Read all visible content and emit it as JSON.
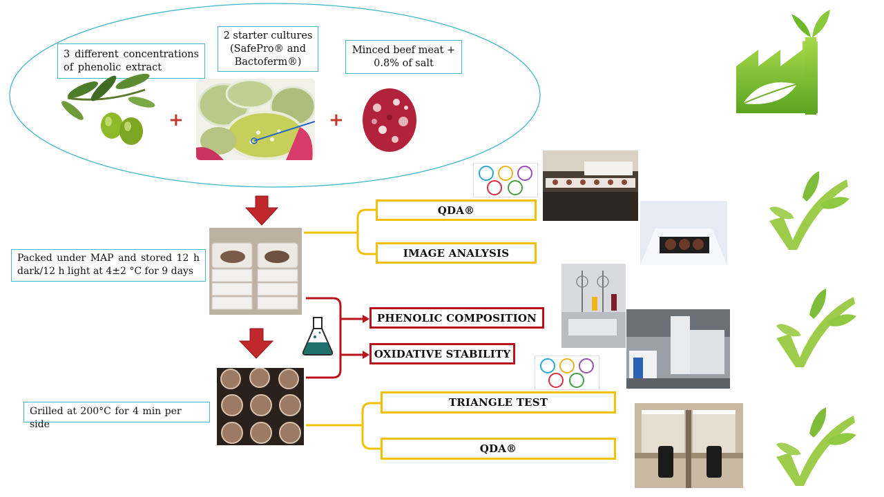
{
  "ingredients": {
    "phenolic_label": "3 different concentrations of phenolic extract",
    "starter_label": "2 starter cultures (SafePro® and Bactoferm®)",
    "meat_label": "Minced beef meat + 0.8% of salt",
    "plus_1": "+",
    "plus_2": "+"
  },
  "steps": {
    "packed_label": "Packed under MAP and stored 12 h dark/12 h light at 4±2 °C for 9 days",
    "grilled_label": "Grilled at 200°C for 4 min per side"
  },
  "analyses": {
    "qda_top": "QDA®",
    "image_analysis": "IMAGE ANALYSIS",
    "phenolic_composition": "PHENOLIC COMPOSITION",
    "oxidative_stability": "OXIDATIVE STABILITY",
    "triangle_test": "TRIANGLE TEST",
    "qda_bottom": "QDA®"
  },
  "colors": {
    "teal_border": "#3fb7c9",
    "yellow": "#f2c000",
    "dark_red": "#b8121b",
    "arrow_red": "#c0282b",
    "leaf_green": "#7ec242"
  },
  "icons": [
    "olive-icon",
    "petri-dish-icon",
    "minced-meat-icon",
    "green-factory-icon",
    "check-leaf-icon",
    "senses-icon",
    "flask-icon",
    "down-arrow-icon"
  ]
}
